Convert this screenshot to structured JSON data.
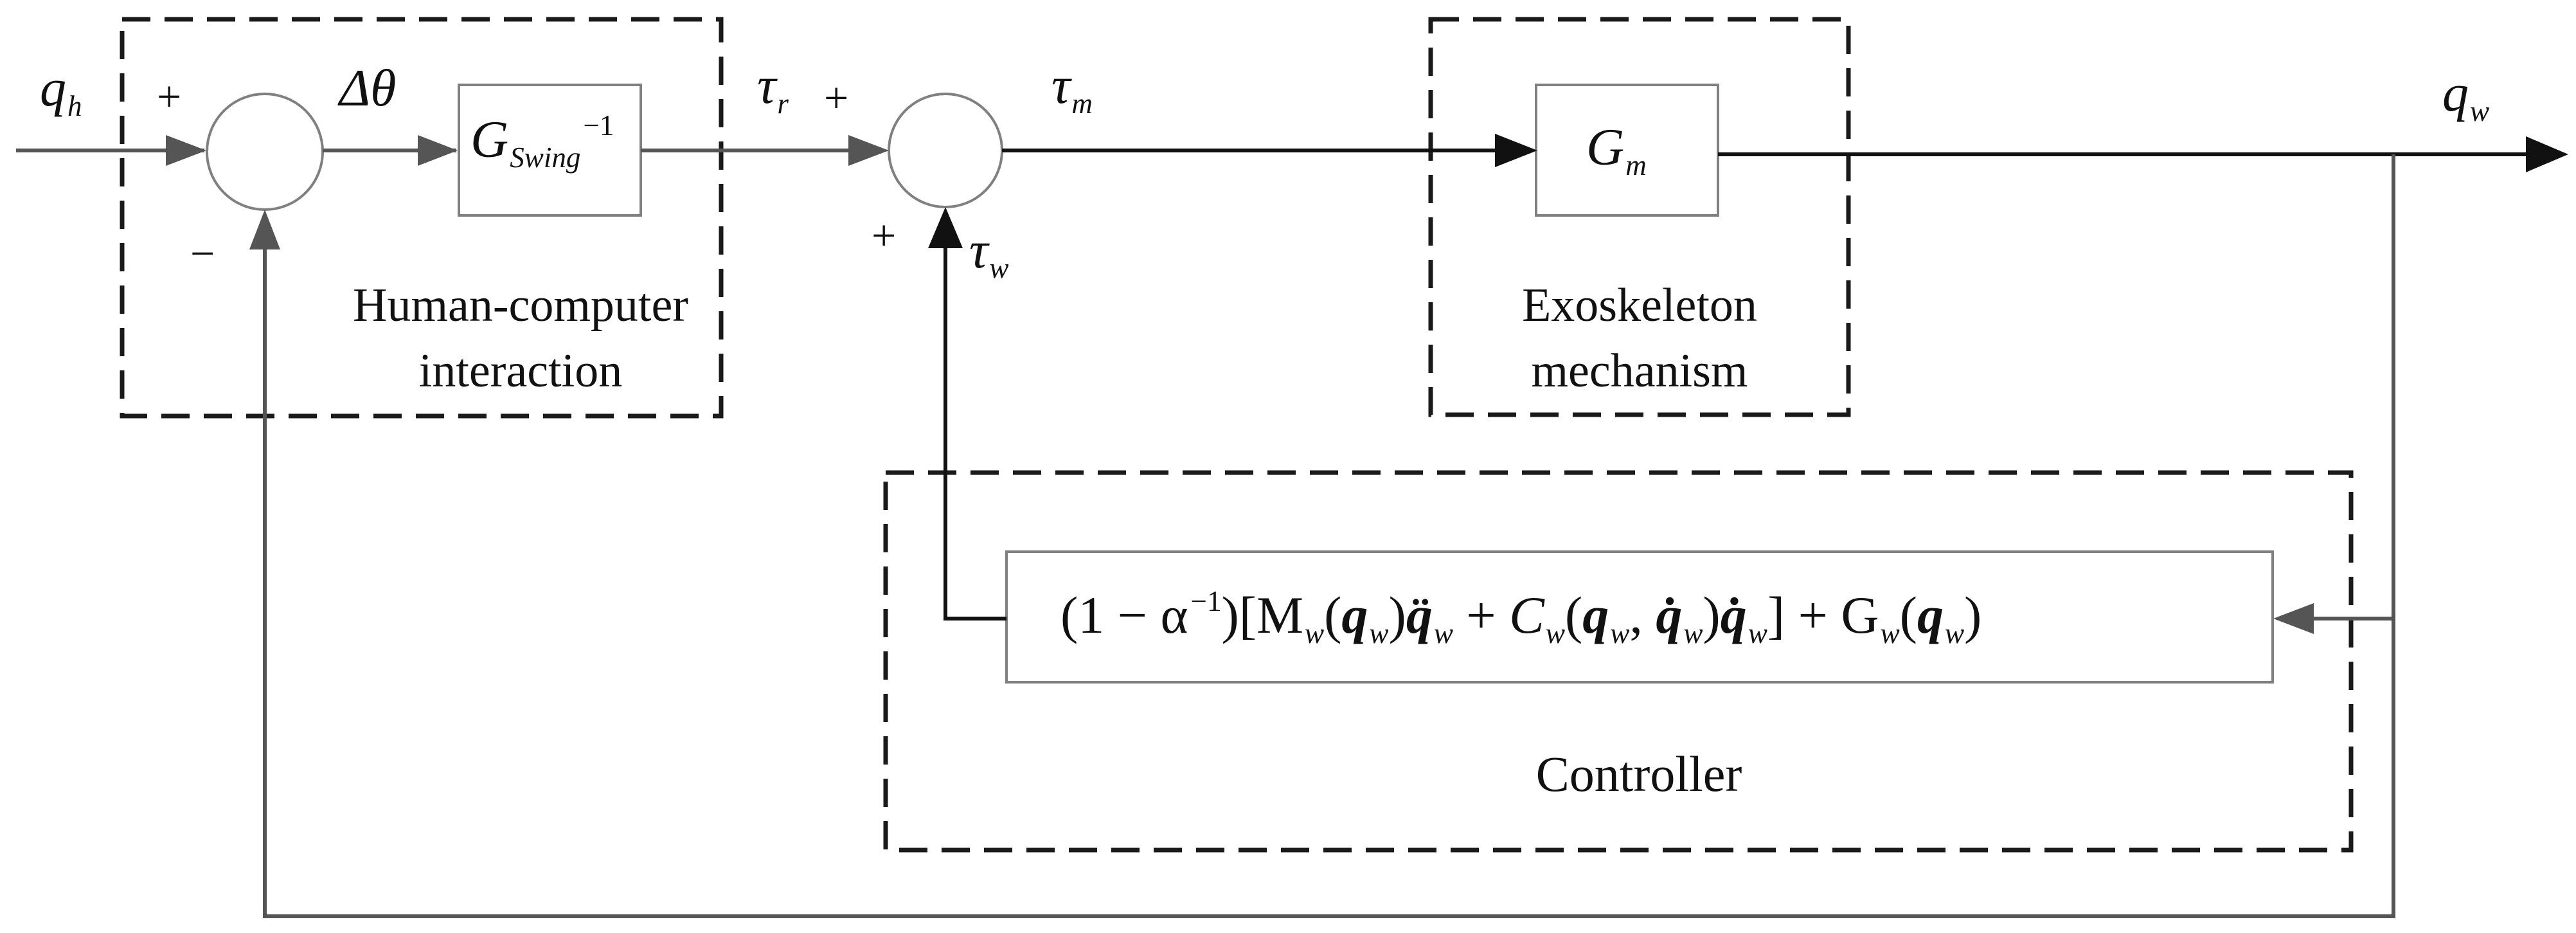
{
  "signals": {
    "qh": {
      "base": "q",
      "sub": "h"
    },
    "delta_theta": "Δθ",
    "tau_r": {
      "base": "τ",
      "sub": "r"
    },
    "tau_m": {
      "base": "τ",
      "sub": "m"
    },
    "tau_w": {
      "base": "τ",
      "sub": "w"
    },
    "qw": {
      "base": "q",
      "sub": "w"
    }
  },
  "signs": {
    "sum1_top": "+",
    "sum1_bottom": "−",
    "sum2_top": "+",
    "sum2_bottom": "+"
  },
  "blocks": {
    "g_swing": {
      "base": "G",
      "sub": "Swing",
      "sup": "−1"
    },
    "g_m": {
      "base": "G",
      "sub": "m"
    },
    "controller_expression": {
      "p1": "(1 − α",
      "p1_sup": "−1",
      "p2": ")[M",
      "sub_w": "w",
      "open": "(",
      "q": "q",
      "close": ")",
      "ddq": "q̈",
      "plus": " + ",
      "C": "C",
      "comma": ", ",
      "dq": "q̇",
      "bracket_close": "] + G"
    }
  },
  "groups": {
    "hci_line1": "Human-computer",
    "hci_line2": "interaction",
    "exo_line1": "Exoskeleton",
    "exo_line2": "mechanism",
    "controller": "Controller"
  },
  "colors": {
    "line": "#555555",
    "dark_line": "#111111",
    "block_border": "#808080",
    "dashed": "#1a1a1a"
  }
}
